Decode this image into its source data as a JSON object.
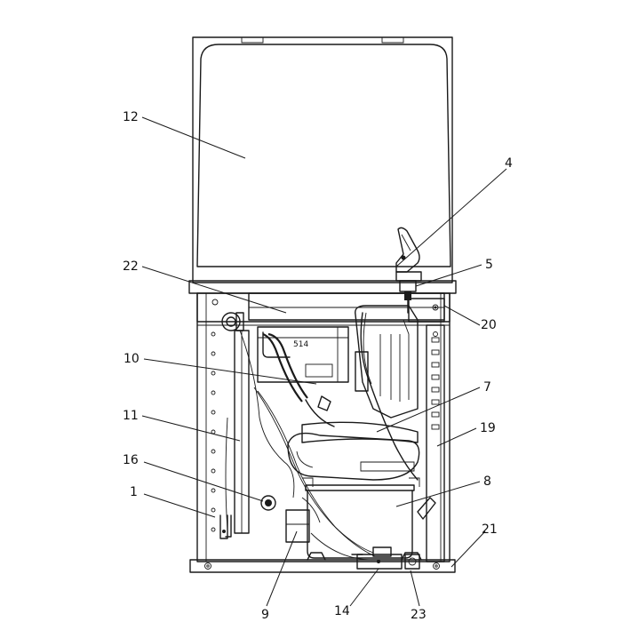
{
  "callouts": [
    {
      "id": "12",
      "text": "12"
    },
    {
      "id": "4",
      "text": "4"
    },
    {
      "id": "5",
      "text": "5"
    },
    {
      "id": "22",
      "text": "22"
    },
    {
      "id": "20",
      "text": "20"
    },
    {
      "id": "10",
      "text": "10"
    },
    {
      "id": "7",
      "text": "7"
    },
    {
      "id": "11",
      "text": "11"
    },
    {
      "id": "19",
      "text": "19"
    },
    {
      "id": "16",
      "text": "16"
    },
    {
      "id": "8",
      "text": "8"
    },
    {
      "id": "1",
      "text": "1"
    },
    {
      "id": "21",
      "text": "21"
    },
    {
      "id": "9",
      "text": "9"
    },
    {
      "id": "14",
      "text": "14"
    },
    {
      "id": "23",
      "text": "23"
    }
  ],
  "part_label": "514"
}
